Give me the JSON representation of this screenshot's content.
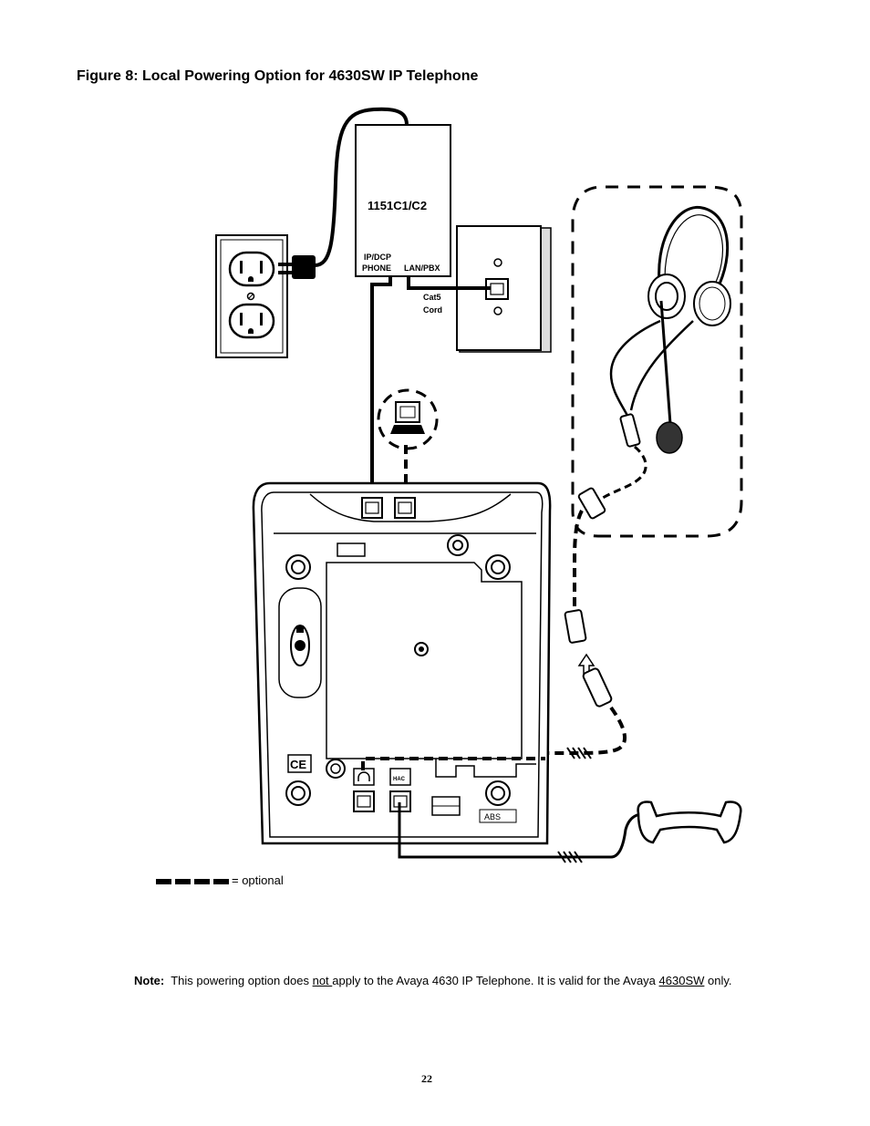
{
  "figure": {
    "title": "Figure 8: Local Powering Option for 4630SW IP Telephone"
  },
  "diagram": {
    "power_supply": {
      "model": "1151C1/C2",
      "port_label_top": "IP/DCP",
      "port_phone": "PHONE",
      "port_lan": "LAN/PBX"
    },
    "cable_label_line1": "Cat5",
    "cable_label_line2": "Cord",
    "abs_label": "ABS",
    "hac_label": "HAC",
    "legend_text": "= optional"
  },
  "note": {
    "label": "Note:",
    "text_part1": "This powering option does ",
    "text_underlined1": "not ",
    "text_part2": "apply to the Avaya 4630 IP Telephone.  It is valid for the Avaya ",
    "text_underlined2": "4630SW",
    "text_part3": " only."
  },
  "page_number": "22"
}
